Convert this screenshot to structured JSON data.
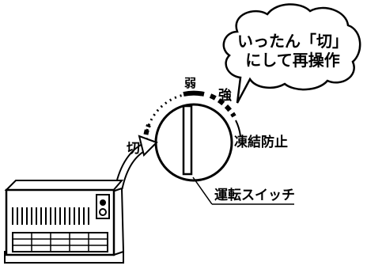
{
  "dial": {
    "off_label": "切",
    "weak_label": "弱",
    "strong_label": "強",
    "antifreeze_label": "凍結防止"
  },
  "callout": {
    "switch_label": "運転スイッチ"
  },
  "speech_bubble": {
    "line1": "いったん「切」",
    "line2": "にして再操作"
  }
}
